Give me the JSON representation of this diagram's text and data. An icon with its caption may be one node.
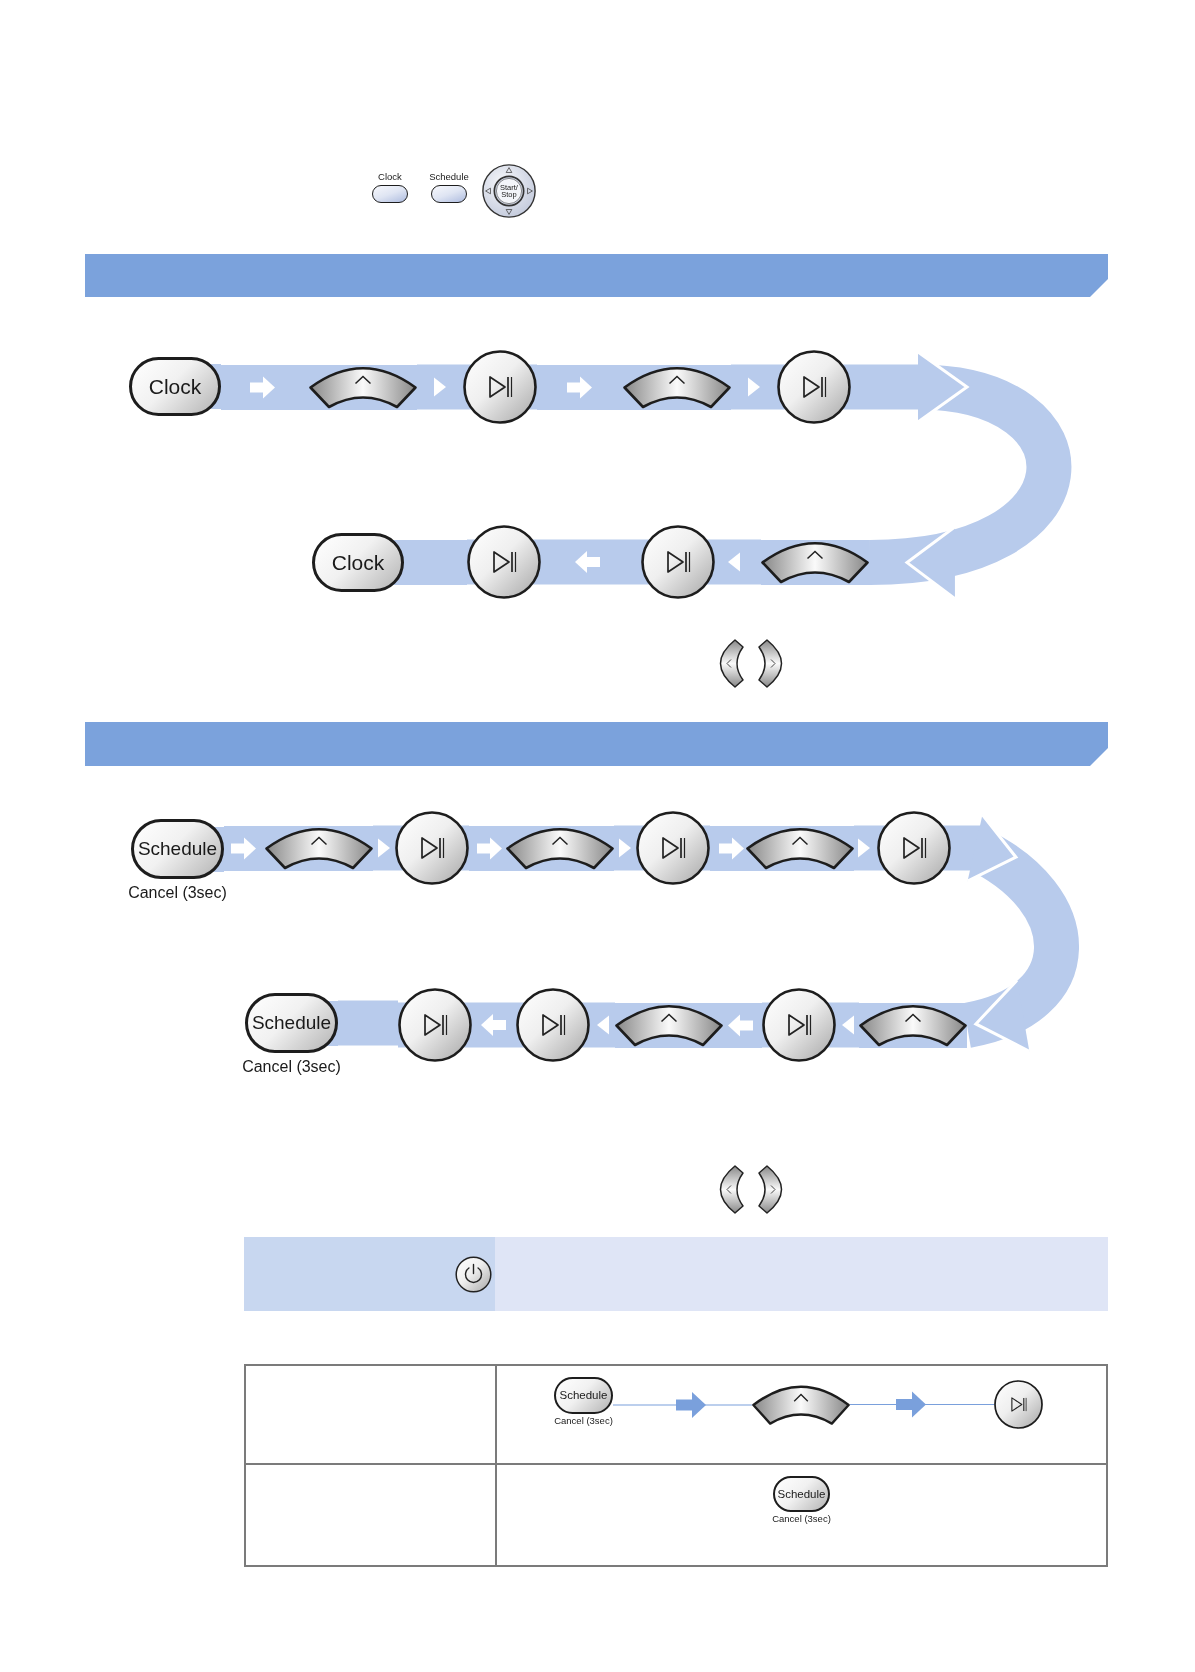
{
  "diagram": {
    "nodes": [
      {
        "text": [
          "Clock"
        ]
      },
      {
        "text": [
          "Schedule"
        ]
      },
      {
        "text": [
          "Start/ Stop"
        ]
      },
      {
        "text": [
          "Clock"
        ]
      },
      {
        "text": [],
        "shape": "arc"
      },
      {
        "text": [],
        "shape": "circle"
      },
      {
        "text": [],
        "shape": "arc"
      },
      {
        "text": [],
        "shape": "circle"
      },
      {
        "text": [
          "Clock"
        ]
      },
      {
        "text": [],
        "shape": "circle"
      },
      {
        "text": [],
        "shape": "circle"
      },
      {
        "text": [],
        "shape": "arc"
      },
      {
        "text": [
          "Schedule"
        ],
        "beside": [
          "Cancel (3sec)"
        ]
      },
      {
        "text": [],
        "shape": "arc"
      },
      {
        "text": [],
        "shape": "circle"
      },
      {
        "text": [],
        "shape": "arc"
      },
      {
        "text": [],
        "shape": "circle"
      },
      {
        "text": [],
        "shape": "arc"
      },
      {
        "text": [],
        "shape": "circle"
      },
      {
        "text": [
          "Schedule"
        ],
        "beside": [
          "Cancel (3sec)"
        ]
      },
      {
        "text": [],
        "shape": "circle"
      },
      {
        "text": [],
        "shape": "circle"
      },
      {
        "text": [],
        "shape": "arc"
      },
      {
        "text": [],
        "shape": "circle"
      },
      {
        "text": [],
        "shape": "arc"
      },
      {
        "text": [
          "Schedule"
        ],
        "beside": [
          "Cancel (3sec)"
        ]
      },
      {
        "text": [],
        "shape": "arc"
      },
      {
        "text": [],
        "shape": "circle"
      },
      {
        "text": [
          "Schedule"
        ],
        "beside": [
          "Cancel (3sec)"
        ]
      }
    ],
    "edges": [
      {
        "from": 3,
        "to": 4,
        "arrow": "to"
      },
      {
        "from": 4,
        "to": 5,
        "arrow": "to"
      },
      {
        "from": 5,
        "to": 6,
        "arrow": "to"
      },
      {
        "from": 6,
        "to": 7,
        "arrow": "to"
      },
      {
        "from": 7,
        "to": 11,
        "arrow": "to"
      },
      {
        "from": 11,
        "to": 10,
        "arrow": "to"
      },
      {
        "from": 10,
        "to": 9,
        "arrow": "to"
      },
      {
        "from": 9,
        "to": 8,
        "arrow": "none"
      },
      {
        "from": 12,
        "to": 13,
        "arrow": "to"
      },
      {
        "from": 13,
        "to": 14,
        "arrow": "to"
      },
      {
        "from": 14,
        "to": 15,
        "arrow": "to"
      },
      {
        "from": 15,
        "to": 16,
        "arrow": "to"
      },
      {
        "from": 16,
        "to": 17,
        "arrow": "to"
      },
      {
        "from": 17,
        "to": 18,
        "arrow": "to"
      },
      {
        "from": 18,
        "to": 24,
        "arrow": "to"
      },
      {
        "from": 24,
        "to": 23,
        "arrow": "to"
      },
      {
        "from": 23,
        "to": 22,
        "arrow": "to"
      },
      {
        "from": 22,
        "to": 21,
        "arrow": "to"
      },
      {
        "from": 21,
        "to": 20,
        "arrow": "to"
      },
      {
        "from": 20,
        "to": 19,
        "arrow": "none"
      },
      {
        "from": 25,
        "to": 26,
        "arrow": "to",
        "color": "#7aa0dc"
      },
      {
        "from": 26,
        "to": 27,
        "arrow": "to",
        "color": "#7aa0dc"
      }
    ]
  }
}
